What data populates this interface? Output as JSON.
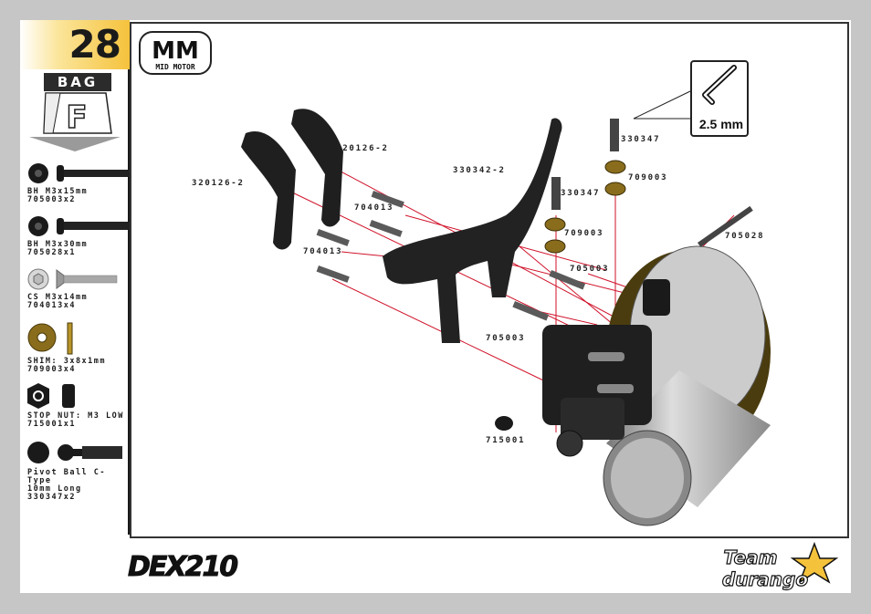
{
  "step": {
    "number": "28"
  },
  "bag": {
    "label": "BAG",
    "letter": "F"
  },
  "parts": [
    {
      "name": "BH M3x15mm",
      "code": "705003x2"
    },
    {
      "name": "BH M3x30mm",
      "code": "705028x1"
    },
    {
      "name": "CS M3x14mm",
      "code": "704013x4"
    },
    {
      "name": "SHIM: 3x8x1mm",
      "code": "709003x4"
    },
    {
      "name": "STOP NUT: M3 LOW",
      "code": "715001x1"
    },
    {
      "name": "Pivot Ball C-Type",
      "name2": "10mm Long",
      "code": "330347x2"
    }
  ],
  "badge": {
    "big": "MM",
    "small": "MID MOTOR"
  },
  "tool": {
    "size": "2.5 mm",
    "icon": "hex-key-icon"
  },
  "callouts": {
    "c1": "320126-2",
    "c2": "320126-2",
    "c3": "330342-2",
    "c4": "704013",
    "c5": "704013",
    "c6": "705003",
    "c7": "705003",
    "c8": "715001",
    "c9": "330347",
    "c10": "330347",
    "c11": "709003",
    "c12": "709003",
    "c13": "705028"
  },
  "footer": {
    "model": "DEX210",
    "brand_line1": "Team",
    "brand_line2": "durango"
  },
  "colors": {
    "accent": "#f5c23c",
    "leader_line": "#d0122a",
    "shim": "#8a6d1c"
  }
}
